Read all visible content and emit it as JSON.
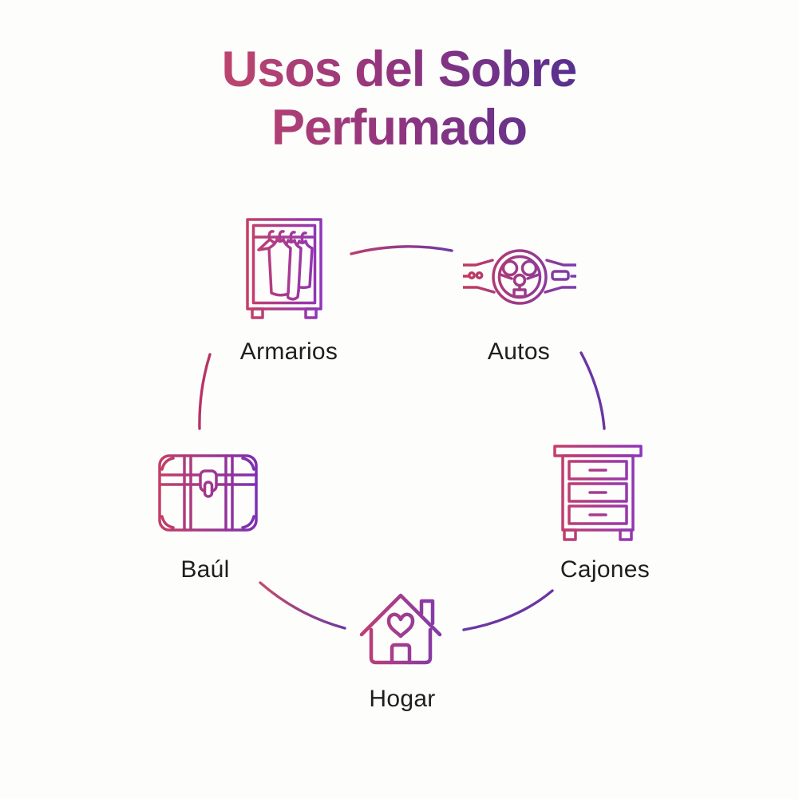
{
  "title": {
    "line1": "Usos del Sobre",
    "line2": "Perfumado"
  },
  "items": [
    {
      "label": "Armarios",
      "icon": "wardrobe-icon",
      "position": "top-left"
    },
    {
      "label": "Autos",
      "icon": "steering-wheel-icon",
      "position": "top-right"
    },
    {
      "label": "Cajones",
      "icon": "chest-of-drawers-icon",
      "position": "right"
    },
    {
      "label": "Hogar",
      "icon": "house-heart-icon",
      "position": "bottom"
    },
    {
      "label": "Baúl",
      "icon": "trunk-icon",
      "position": "left"
    }
  ],
  "colors": {
    "gradient_start": "#C2406B",
    "gradient_end": "#5C3193",
    "label_text": "#1E1E1E",
    "background": "#FDFDFC"
  }
}
